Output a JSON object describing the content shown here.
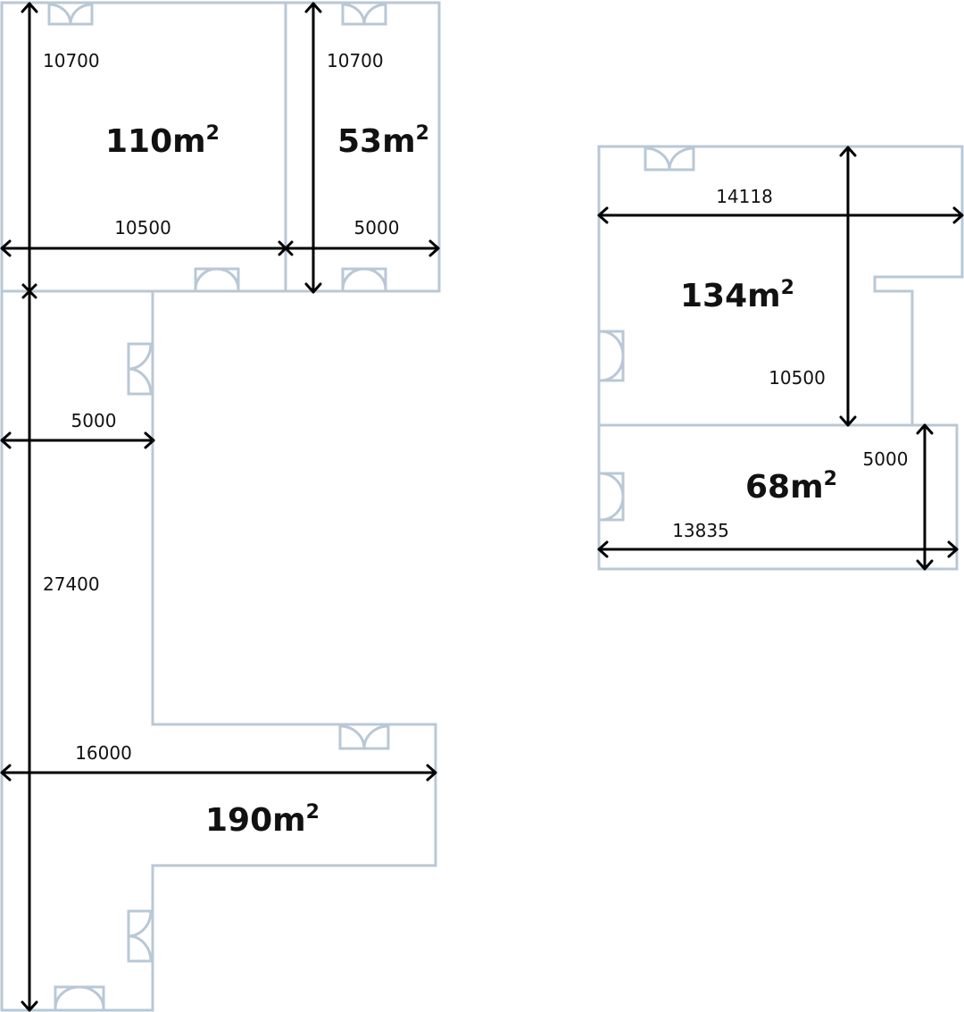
{
  "rooms": {
    "room_110": {
      "area": "110m",
      "sup": "2"
    },
    "room_53": {
      "area": "53m",
      "sup": "2"
    },
    "room_190": {
      "area": "190m",
      "sup": "2"
    },
    "room_134": {
      "area": "134m",
      "sup": "2"
    },
    "room_68": {
      "area": "68m",
      "sup": "2"
    }
  },
  "dimensions": {
    "d_10700_a": "10700",
    "d_10700_b": "10700",
    "d_10500_a": "10500",
    "d_5000_a": "5000",
    "d_5000_b": "5000",
    "d_27400": "27400",
    "d_16000": "16000",
    "d_14118": "14118",
    "d_10500_b": "10500",
    "d_5000_c": "5000",
    "d_13835": "13835"
  },
  "colors": {
    "wall": "#b9c8d6",
    "dimension_line": "#000000",
    "text": "#111111"
  }
}
